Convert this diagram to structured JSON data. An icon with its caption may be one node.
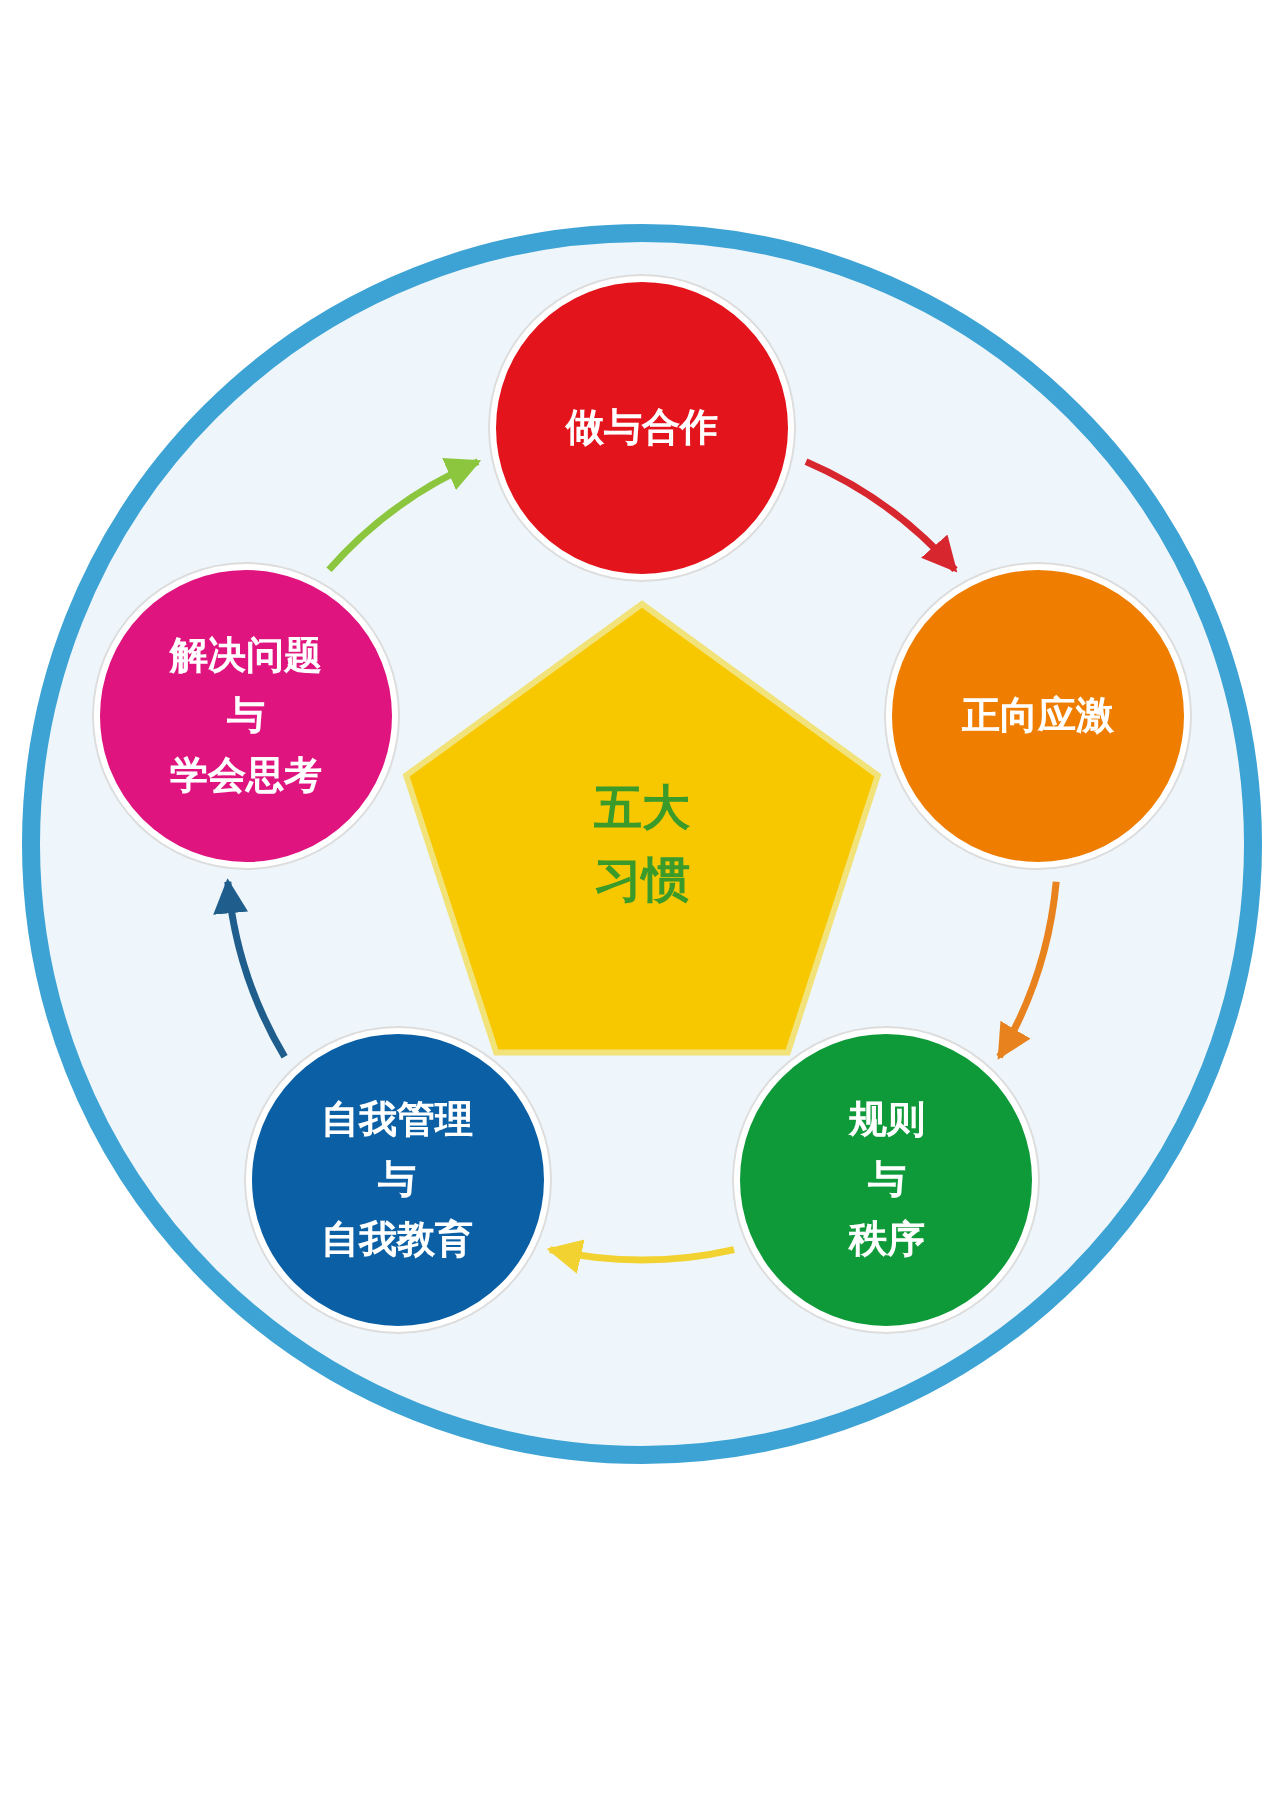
{
  "diagram": {
    "nodes": [
      {
        "text": [],
        "shape": "circle"
      },
      {
        "text": [
          "五大习惯"
        ],
        "in": 0
      },
      {
        "text": [
          "做与合作"
        ],
        "in": 0
      },
      {
        "text": [
          "正向应激"
        ],
        "in": 0
      },
      {
        "text": [
          "规则与秩序"
        ],
        "in": 0
      },
      {
        "text": [
          "自我管理与自我教育"
        ],
        "in": 0
      },
      {
        "text": [
          "解决问题与学会思考"
        ],
        "in": 0
      }
    ],
    "edges": [
      {
        "from": 2,
        "to": 3,
        "arrow": "to",
        "color": "#d7262e"
      },
      {
        "from": 3,
        "to": 4,
        "arrow": "to",
        "color": "#e8821e"
      },
      {
        "from": 4,
        "to": 5,
        "arrow": "to",
        "color": "#f2d230"
      },
      {
        "from": 5,
        "to": 6,
        "arrow": "to",
        "color": "#1f5e8c"
      },
      {
        "from": 6,
        "to": 2,
        "arrow": "to",
        "color": "#8cc63f"
      }
    ]
  }
}
